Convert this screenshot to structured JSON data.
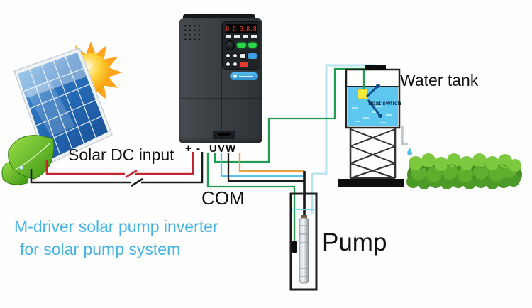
{
  "labels": {
    "solar_dc_input": "Solar DC input",
    "com": "COM",
    "pump": "Pump",
    "water_tank": "Water tank",
    "float_switch": "float swtich",
    "caption_line1": "M-driver solar pump inverter",
    "caption_line2": "for solar pump system"
  },
  "inverter": {
    "display_value": "8.8.8.8.8",
    "terminals": [
      "+",
      "-",
      "U",
      "V",
      "W"
    ]
  },
  "colors": {
    "dc_positive_wire": "#c22633",
    "dc_negative_wire": "#1a1a1a",
    "float_switch_wire": "#1e9e50",
    "phase_v_wire": "#56c3e8",
    "phase_w_wire": "#1a1a1a",
    "aux_wire": "#e8a23c",
    "water_pipe": "#b8e4f2",
    "tank_water": "#5ec7f0",
    "caption_text": "#45b3e3",
    "bush_green": "#5fae2e",
    "sun_orange": "#ffb400"
  }
}
